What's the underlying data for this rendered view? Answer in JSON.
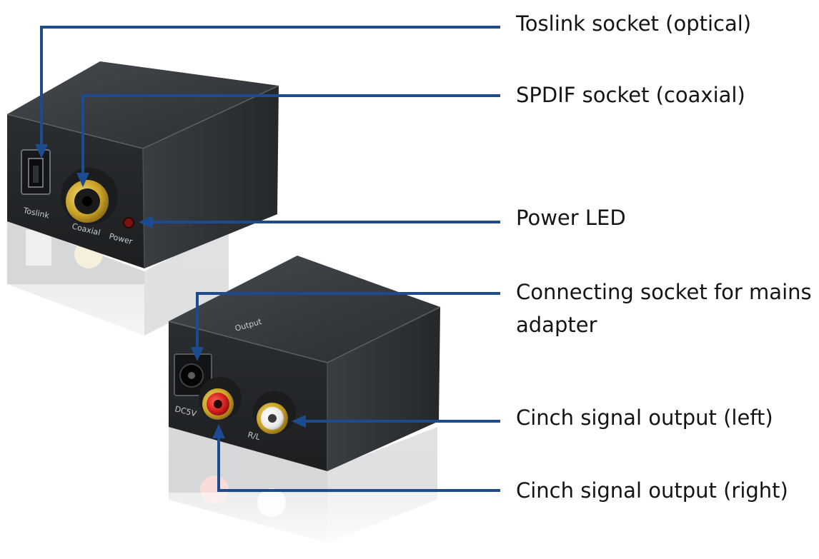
{
  "labels": {
    "toslink": "Toslink socket (optical)",
    "spdif": "SPDIF socket (coaxial)",
    "power_led": "Power LED",
    "mains_line1": "Connecting socket for mains",
    "mains_line2": "adapter",
    "cinch_left": "Cinch signal output (left)",
    "cinch_right": "Cinch signal output (right)"
  },
  "device_markings": {
    "top_unit_front": [
      "Toslink",
      "Coaxial",
      "Power"
    ],
    "bottom_unit_back": [
      "DC5V",
      "R/L",
      "Output"
    ]
  },
  "colors": {
    "callout": "#1c4b8f",
    "housing": "#2c2f32",
    "gold": "#c9a227",
    "rca_red": "#d41d1d",
    "rca_white": "#f1f1f1",
    "led": "#7a1410",
    "text": "#141414"
  }
}
